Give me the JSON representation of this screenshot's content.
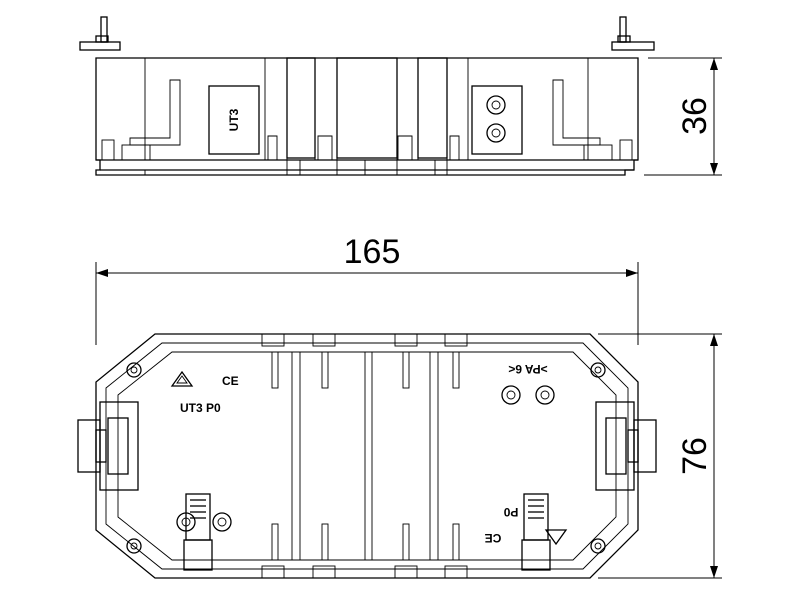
{
  "dimensions": {
    "height_side": "36",
    "length": "165",
    "width": "76"
  },
  "markings": {
    "side_label": "UT3",
    "model": "UT3 P0",
    "ce": "CE",
    "pa": ">PA 6<",
    "p0": "P0"
  }
}
